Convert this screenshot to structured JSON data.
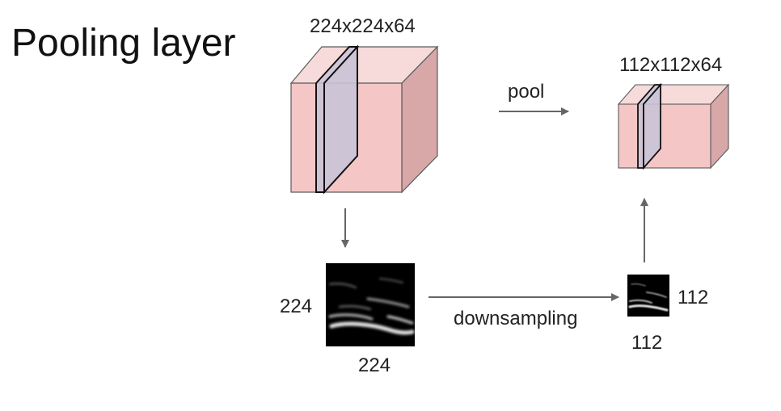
{
  "title": "Pooling layer",
  "input_volume": {
    "dims": "224x224x64"
  },
  "output_volume": {
    "dims": "112x112x64"
  },
  "pool_label": "pool",
  "downsampling_label": "downsampling",
  "input_slice": {
    "height": "224",
    "width": "224"
  },
  "output_slice": {
    "height": "112",
    "width": "112"
  },
  "colors": {
    "cube_front": "#f4c6c6",
    "cube_top": "#f7dada",
    "cube_side": "#d8a8a8",
    "slice_fill": "#c9c3d6",
    "edge": "#5a5a5a",
    "arrow": "#666666"
  }
}
